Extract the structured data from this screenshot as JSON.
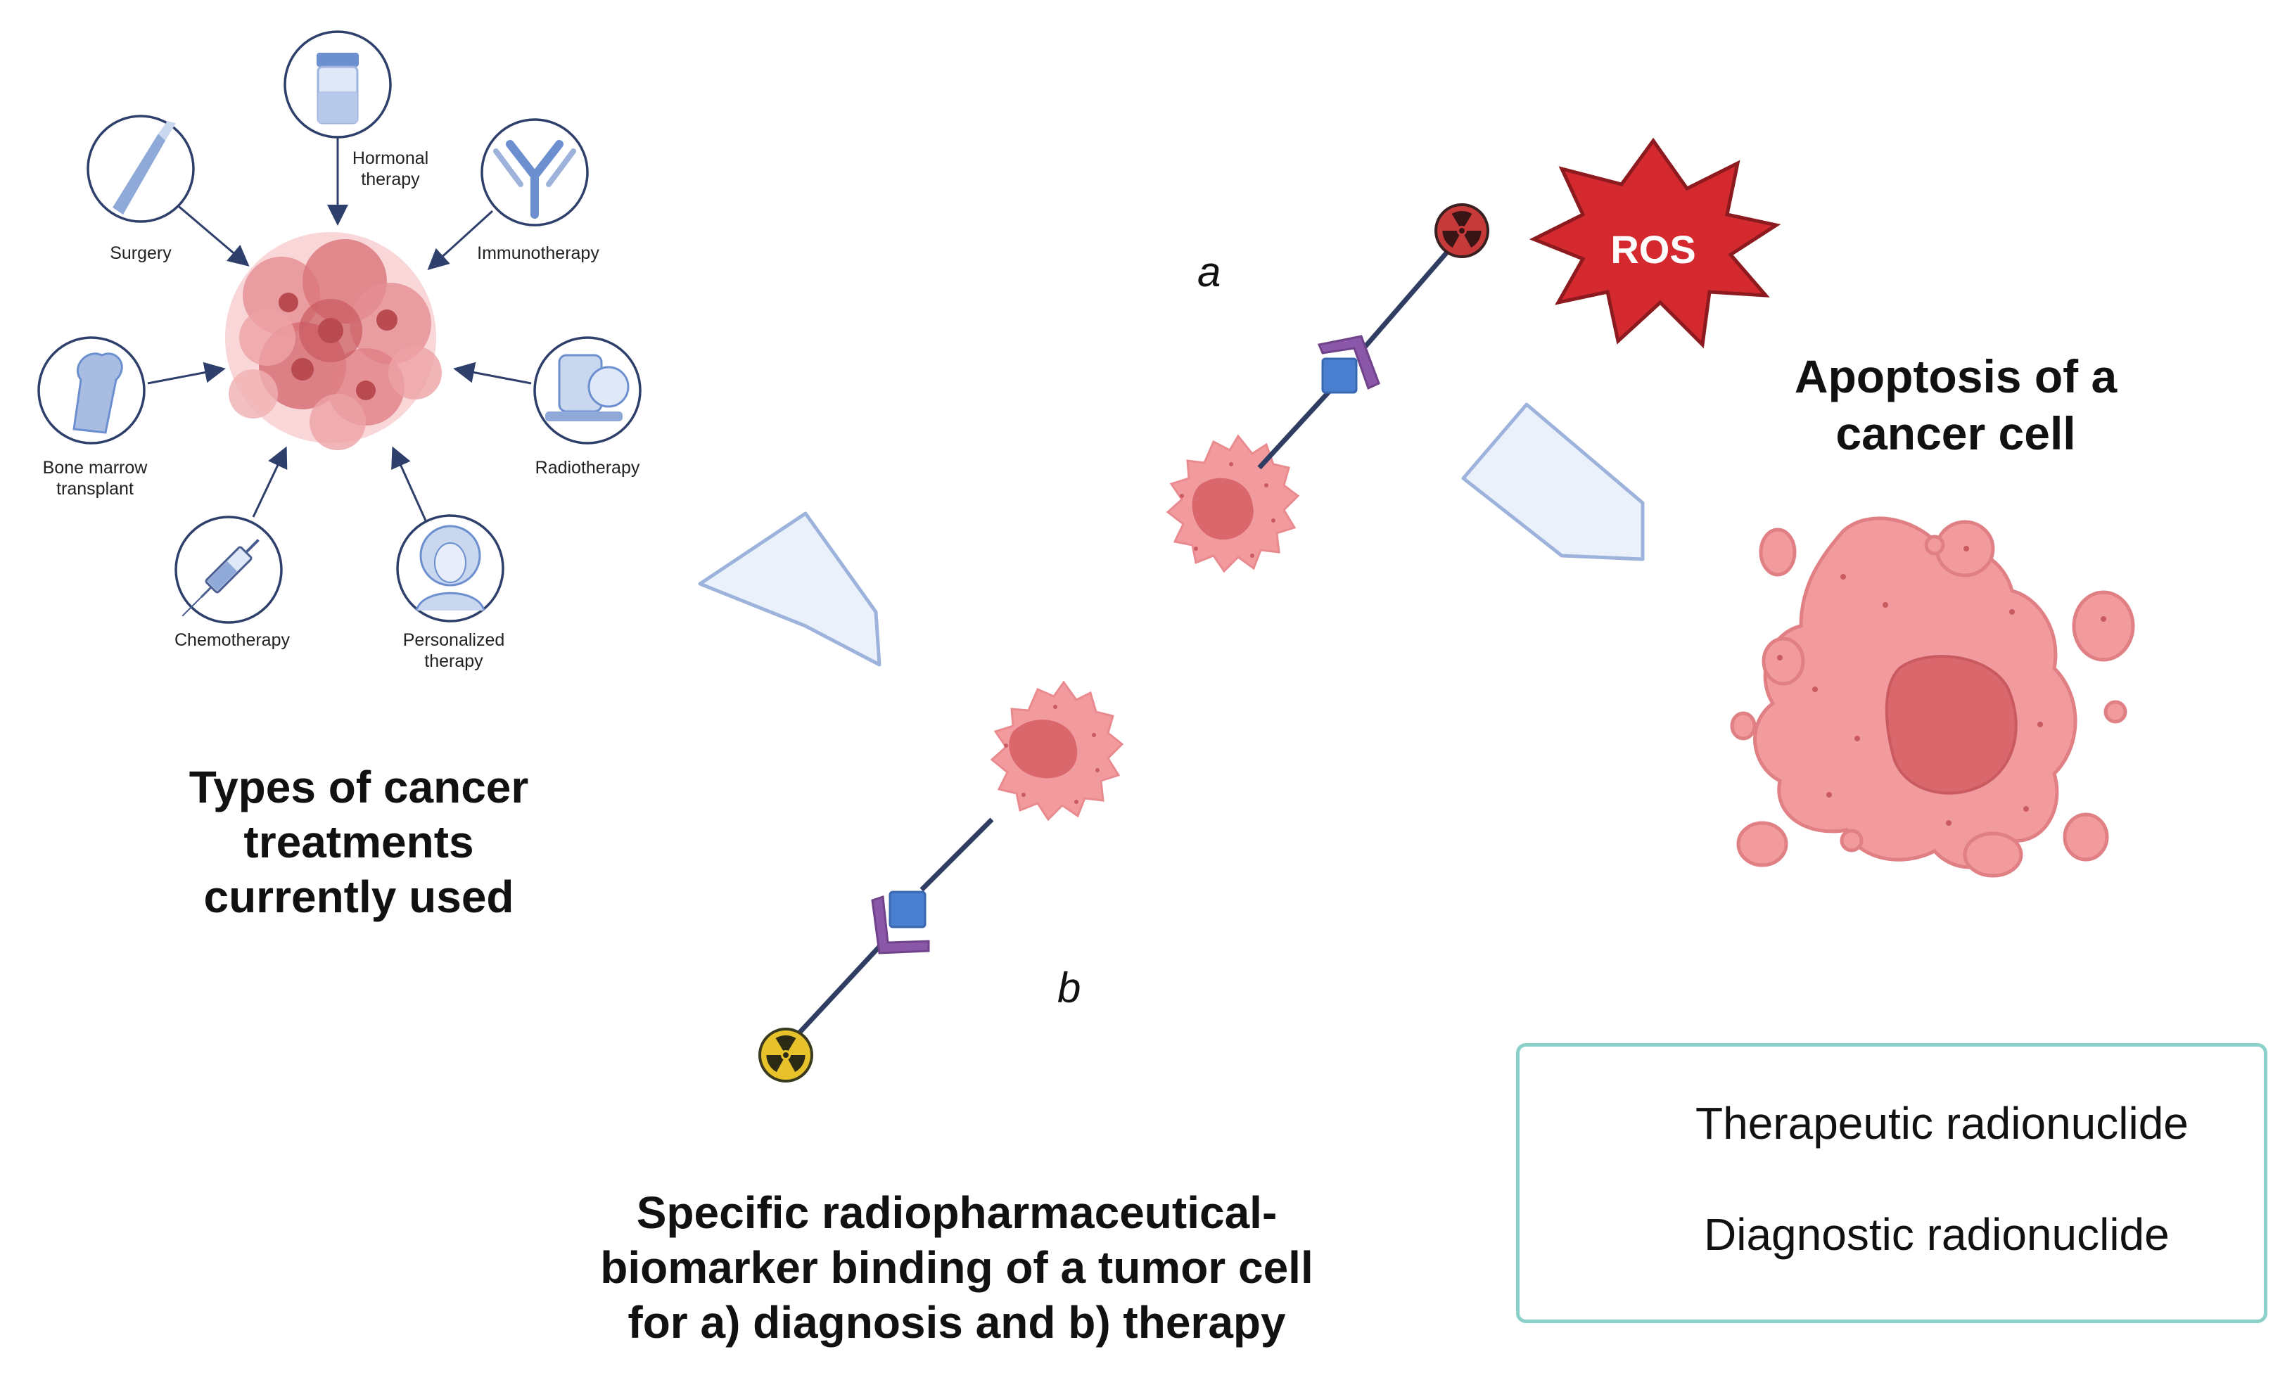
{
  "treatments": {
    "title_lines": [
      "Types of cancer",
      "treatments",
      "currently used"
    ],
    "items": [
      {
        "key": "hormonal",
        "label_lines": [
          "Hormonal",
          "therapy"
        ]
      },
      {
        "key": "surgery",
        "label_lines": [
          "Surgery"
        ]
      },
      {
        "key": "immunotherapy",
        "label_lines": [
          "Immunotherapy"
        ]
      },
      {
        "key": "bone-marrow",
        "label_lines": [
          "Bone marrow",
          "transplant"
        ]
      },
      {
        "key": "radiotherapy",
        "label_lines": [
          "Radiotherapy"
        ]
      },
      {
        "key": "chemotherapy",
        "label_lines": [
          "Chemotherapy"
        ]
      },
      {
        "key": "personalized",
        "label_lines": [
          "Personalized",
          "therapy"
        ]
      }
    ]
  },
  "binding": {
    "title_lines": [
      "Specific radiopharmaceutical-",
      "biomarker binding of a tumor cell",
      "for a) diagnosis and b) therapy"
    ],
    "label_a": "a",
    "label_b": "b"
  },
  "ros": {
    "label": "ROS"
  },
  "apoptosis": {
    "title_lines": [
      "Apoptosis of a",
      "cancer cell"
    ]
  },
  "legend": {
    "therapeutic": "Therapeutic radionuclide",
    "diagnostic": "Diagnostic radionuclide"
  },
  "colors": {
    "therapeutic_radionuclide": "#c73a3a",
    "diagnostic_radionuclide": "#e8c22a",
    "cell_pink": "#f29b9f",
    "cell_nucleus": "#d9676c",
    "arrow_fill": "#eaf1fb",
    "arrow_stroke": "#9db3dc",
    "ros_star": "#d42a2f",
    "legend_border": "#8cd1c9",
    "antibody_purple": "#8b57a8",
    "antigen_blue": "#4a7fd0"
  }
}
